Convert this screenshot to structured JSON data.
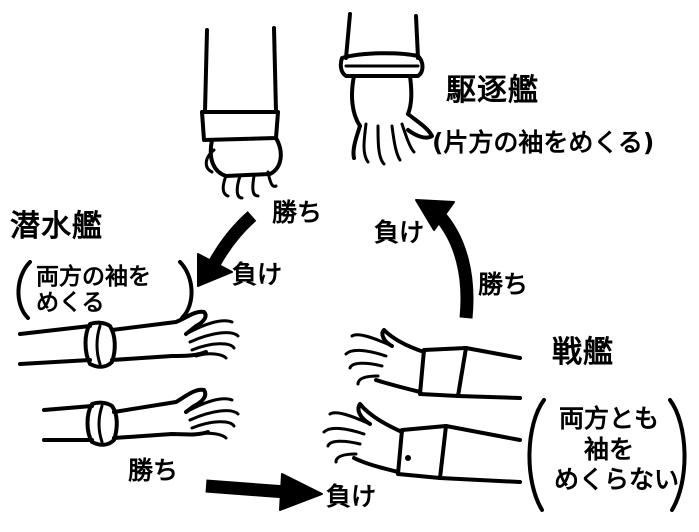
{
  "destroyer": {
    "name": "駆逐艦",
    "rule": "(片方の袖をめくる)"
  },
  "submarine": {
    "name": "潜水艦",
    "rule_lines": [
      "両方の袖を",
      "めくる"
    ]
  },
  "battleship": {
    "name": "戦艦",
    "rule_lines": [
      "両方とも",
      "袖を",
      "めくらない"
    ]
  },
  "labels": {
    "win": "勝ち",
    "lose": "負け"
  },
  "icons": [
    "hand-icon",
    "sleeve-icon",
    "curved-arrow-icon",
    "straight-arrow-icon"
  ]
}
